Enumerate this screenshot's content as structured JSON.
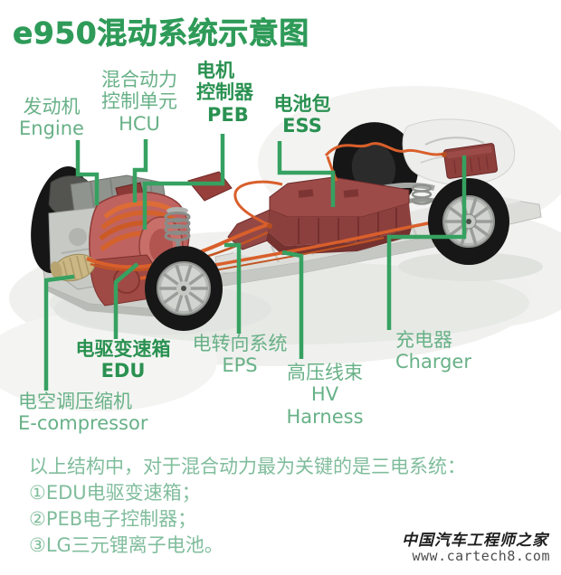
{
  "title": "e950混动系统示意图",
  "colors": {
    "title_green": "#2f9b59",
    "key_label_green": "#2a9151",
    "label_green": "#68b187",
    "note_green": "#80bd9c",
    "leader_line_green": "#36a161",
    "battery_red": "#8b403d",
    "cable_orange": "#d95f2b",
    "chassis_gray": "#dcddd9",
    "tire_black": "#161616"
  },
  "labels": {
    "engine": {
      "zh": "发动机",
      "en": "Engine"
    },
    "hcu": {
      "zh1": "混合动力",
      "zh2": "控制单元",
      "en": "HCU"
    },
    "peb": {
      "zh1": "电机",
      "zh2": "控制器",
      "en": "PEB"
    },
    "ess": {
      "zh": "电池包",
      "en": "ESS"
    },
    "edu": {
      "zh": "电驱变速箱",
      "en": "EDU"
    },
    "eps": {
      "zh": "电转向系统",
      "en": "EPS"
    },
    "hv_harness": {
      "zh": "高压线束",
      "en": "HV Harness"
    },
    "charger": {
      "zh": "充电器",
      "en": "Charger"
    },
    "ecompressor": {
      "zh": "电空调压缩机",
      "en": "E-compressor"
    }
  },
  "footer": {
    "intro": "以上结构中，对于混合动力最为关键的是三电系统：",
    "item1": "①EDU电驱变速箱；",
    "item2": "②PEB电子控制器；",
    "item3": "③LG三元锂离子电池。"
  },
  "watermark": {
    "site_name": "中国汽车工程师之家",
    "site_url": "www.cartech8.com"
  }
}
